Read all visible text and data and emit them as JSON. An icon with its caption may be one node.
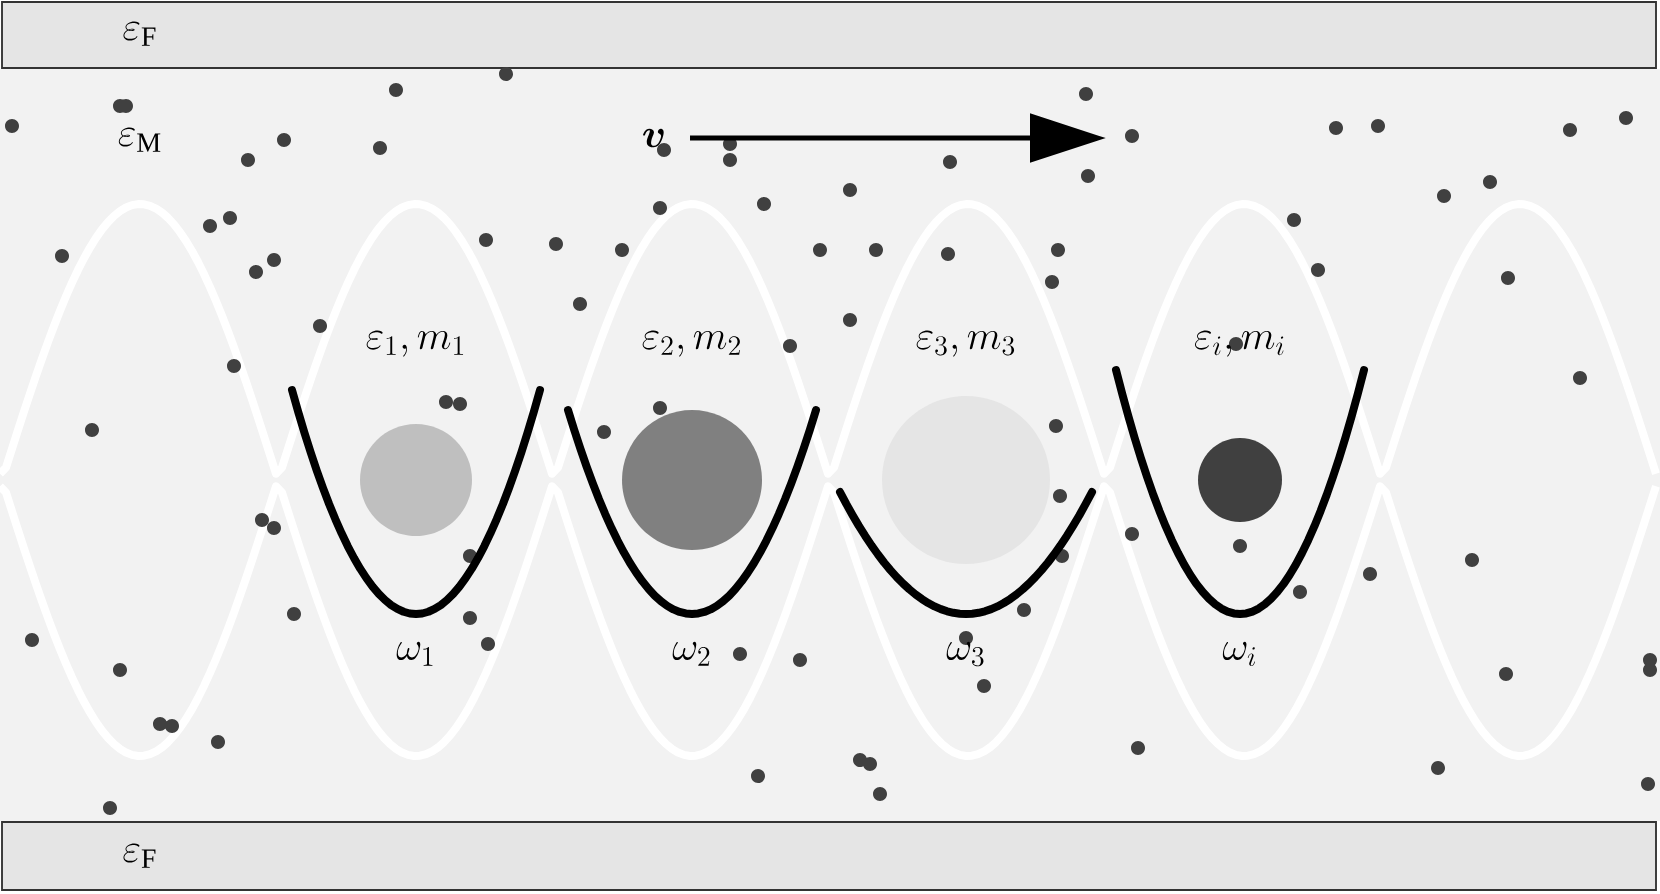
{
  "diagram": {
    "nodes": [
      {
        "text": [
          "\\varepsilon_{\\mathrm{F}}"
        ]
      },
      {
        "text": [
          "\\varepsilon_{\\mathrm{M}}"
        ]
      },
      {
        "text": [
          "\\varepsilon_{\\mathrm{F}}"
        ]
      }
    ],
    "labels": [
      "\\boldsymbol{v}",
      "\\varepsilon_1, m_1",
      "\\varepsilon_2, m_2",
      "\\varepsilon_3, m_3",
      "\\varepsilon_i, m_i",
      "\\omega_1",
      "\\omega_2",
      "\\omega_3",
      "\\omega_i"
    ]
  }
}
